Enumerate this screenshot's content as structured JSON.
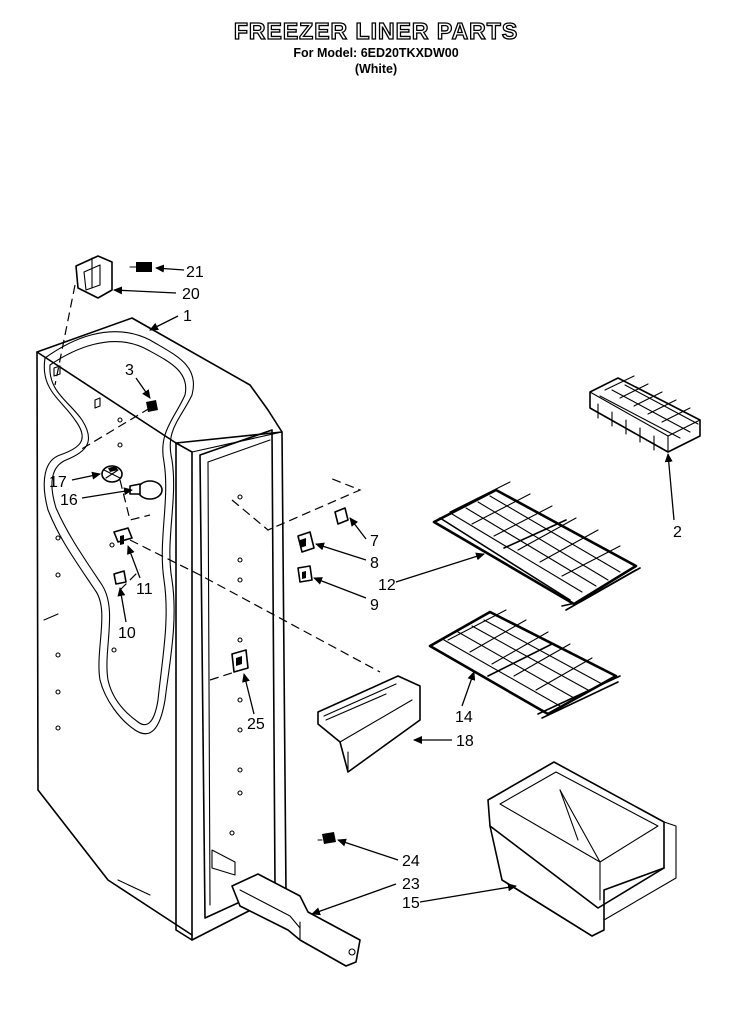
{
  "header": {
    "title": "FREEZER LINER PARTS",
    "model_line": "For Model: 6ED20TKXDW00",
    "color_line": "(White)"
  },
  "callouts": [
    {
      "id": "c1",
      "label": "1"
    },
    {
      "id": "c2",
      "label": "2"
    },
    {
      "id": "c3",
      "label": "3"
    },
    {
      "id": "c7",
      "label": "7"
    },
    {
      "id": "c8",
      "label": "8"
    },
    {
      "id": "c9",
      "label": "9"
    },
    {
      "id": "c10",
      "label": "10"
    },
    {
      "id": "c11",
      "label": "11"
    },
    {
      "id": "c12",
      "label": "12"
    },
    {
      "id": "c14",
      "label": "14"
    },
    {
      "id": "c15",
      "label": "15"
    },
    {
      "id": "c16",
      "label": "16"
    },
    {
      "id": "c17",
      "label": "17"
    },
    {
      "id": "c18",
      "label": "18"
    },
    {
      "id": "c20",
      "label": "20"
    },
    {
      "id": "c21",
      "label": "21"
    },
    {
      "id": "c23",
      "label": "23"
    },
    {
      "id": "c24",
      "label": "24"
    },
    {
      "id": "c25",
      "label": "25"
    }
  ]
}
